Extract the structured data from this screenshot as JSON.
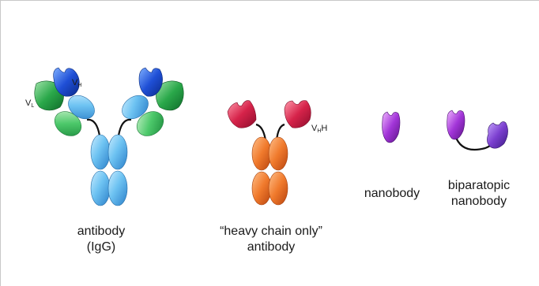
{
  "labels": {
    "antibody_line1": "antibody",
    "antibody_line2": "(IgG)",
    "hcab_line1": "“heavy chain only”",
    "hcab_line2": "antibody",
    "nanobody": "nanobody",
    "biparatopic_line1": "biparatopic",
    "biparatopic_line2": "nanobody"
  },
  "domain_labels": {
    "vh_main": "V",
    "vh_sub": "H",
    "vl_main": "V",
    "vl_sub": "L",
    "vhh_main": "V",
    "vhh_sub": "H",
    "vhh_suffix": "H"
  },
  "colors": {
    "igg_heavy_variable": "#1f4fd6",
    "igg_heavy_constant": "#6ec3f2",
    "igg_light": "#2aa84a",
    "hcab_variable": "#d6234a",
    "hcab_constant": "#f07a2c",
    "nanobody": "#a235d8",
    "nanobody_second": "#7b3fcf",
    "linker": "#111111",
    "frame": "#c8c8c8"
  }
}
